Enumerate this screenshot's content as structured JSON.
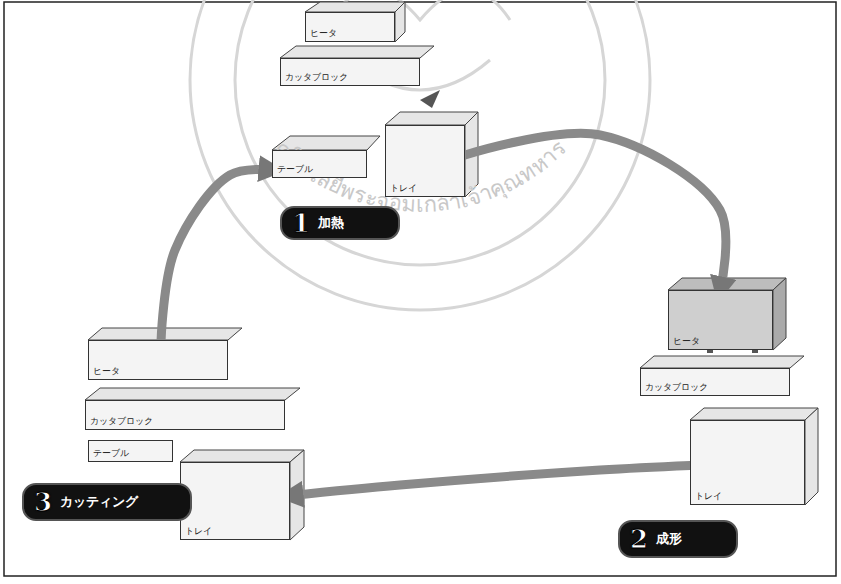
{
  "diagram": {
    "nodes": [
      {
        "text": [
          "ヒータ"
        ]
      },
      {
        "text": [
          "カッタブロック"
        ]
      },
      {
        "text": [
          "テーブル"
        ]
      },
      {
        "text": [
          "トレイ"
        ]
      },
      {
        "text": [
          "1",
          "加熱"
        ]
      },
      {
        "text": [
          "ヒータ"
        ]
      },
      {
        "text": [
          "カッタブロック"
        ]
      },
      {
        "text": [
          "トレイ"
        ]
      },
      {
        "text": [
          "2",
          "成形"
        ]
      },
      {
        "text": [
          "ヒータ"
        ]
      },
      {
        "text": [
          "カッタブロック"
        ]
      },
      {
        "text": [
          "テーブル"
        ]
      },
      {
        "text": [
          "トレイ"
        ]
      },
      {
        "text": [
          "3",
          "カッティング"
        ]
      }
    ],
    "edges": [
      {
        "from": 9,
        "to": 2,
        "arrow": "to"
      },
      {
        "from": 3,
        "to": 5,
        "arrow": "to"
      },
      {
        "from": 7,
        "to": 12,
        "arrow": "to"
      }
    ],
    "labels": [
      "คโนโลยีพระจอมเกล้าเจ้าคุณทหาร"
    ]
  }
}
